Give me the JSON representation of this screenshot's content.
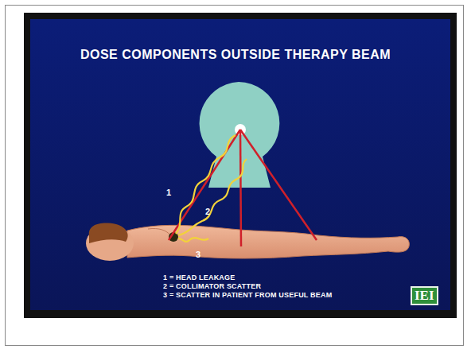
{
  "diagram": {
    "title": "DOSE COMPONENTS OUTSIDE THERAPY BEAM",
    "labels": [
      "1",
      "2",
      "3",
      "1 = HEAD LEAKAGE",
      "2 = COLLIMATOR SCATTER",
      "3 = SCATTER IN PATIENT FROM USEFUL BEAM",
      "IEI"
    ]
  }
}
